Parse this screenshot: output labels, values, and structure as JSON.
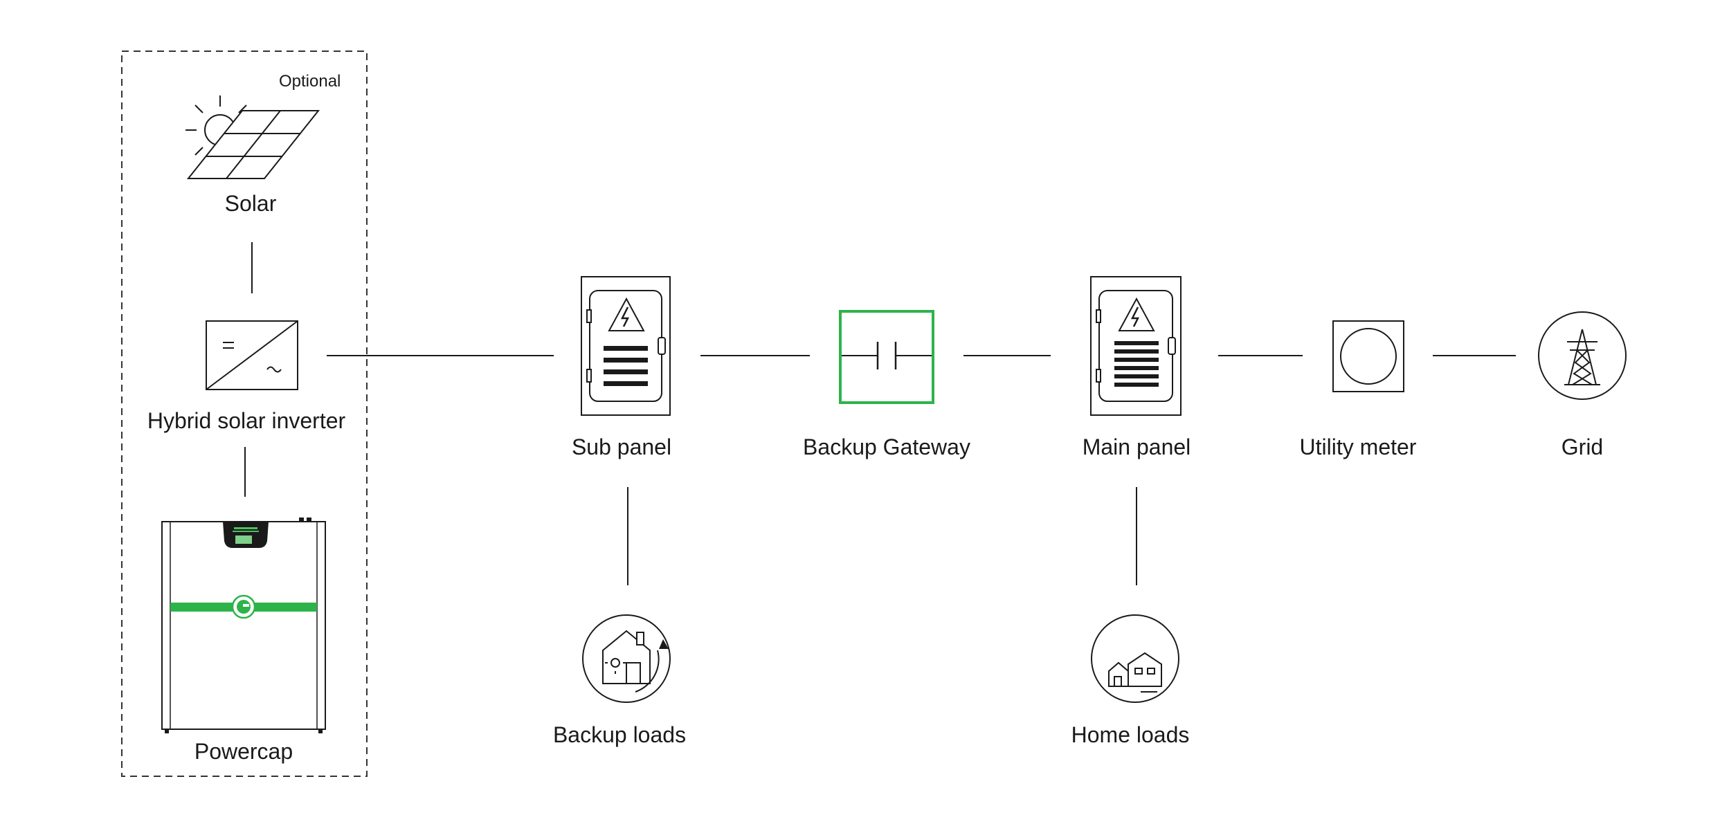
{
  "optional_group": {
    "label": "Optional"
  },
  "nodes": {
    "solar": {
      "label": "Solar",
      "icon": "solar-panel-icon"
    },
    "inverter": {
      "label": "Hybrid solar inverter",
      "icon": "inverter-icon"
    },
    "powercap": {
      "label": "Powercap",
      "icon": "battery-unit-icon"
    },
    "sub_panel": {
      "label": "Sub panel",
      "icon": "electrical-panel-icon"
    },
    "backup_gateway": {
      "label": "Backup Gateway",
      "icon": "gateway-icon"
    },
    "main_panel": {
      "label": "Main panel",
      "icon": "electrical-panel-icon"
    },
    "utility_meter": {
      "label": "Utility meter",
      "icon": "meter-icon"
    },
    "grid": {
      "label": "Grid",
      "icon": "transmission-tower-icon"
    },
    "backup_loads": {
      "label": "Backup loads",
      "icon": "backup-house-icon"
    },
    "home_loads": {
      "label": "Home loads",
      "icon": "houses-icon"
    }
  },
  "colors": {
    "line": "#1a1a1a",
    "accent": "#2db34a",
    "dash": "#333333"
  }
}
